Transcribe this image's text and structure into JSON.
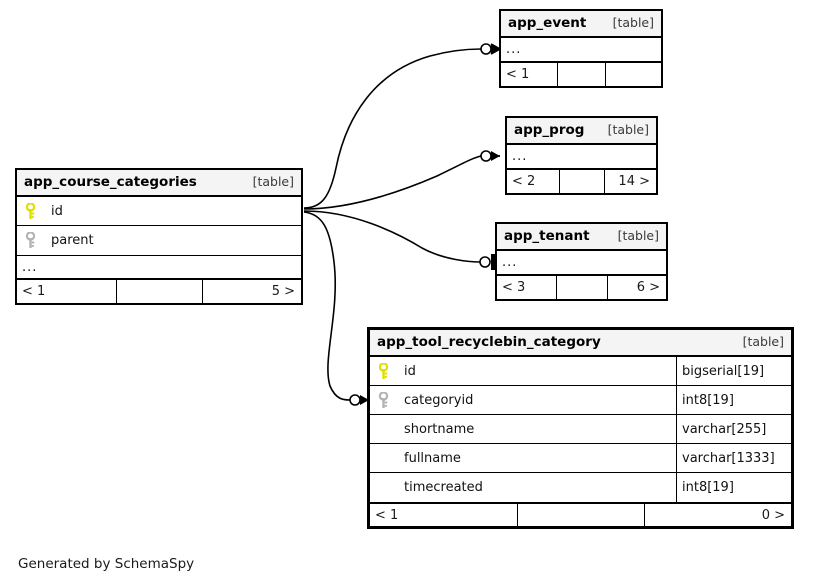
{
  "diagram": {
    "kind": "entity-relationship-diagram",
    "generator_credit": "Generated by SchemaSpy",
    "background_color": "#ffffff",
    "line_color": "#000000",
    "header_fill": "#f4f4f4",
    "primary_key_color": "#e8e800",
    "foreign_key_color": "#b0b0b0",
    "table_tag": "[table]",
    "ellipsis": "..."
  },
  "tables": {
    "app_course_categories": {
      "name": "app_course_categories",
      "tag": "[table]",
      "columns": [
        {
          "name": "id",
          "key": "primary",
          "type": ""
        },
        {
          "name": "parent",
          "key": "foreign",
          "type": ""
        }
      ],
      "more_columns": "...",
      "footer": {
        "left": "< 1",
        "middle": "",
        "right": "5 >"
      }
    },
    "app_event": {
      "name": "app_event",
      "tag": "[table]",
      "columns": [],
      "more_columns": "...",
      "footer": {
        "left": "< 1",
        "middle": "",
        "right": ""
      }
    },
    "app_prog": {
      "name": "app_prog",
      "tag": "[table]",
      "columns": [],
      "more_columns": "...",
      "footer": {
        "left": "< 2",
        "middle": "",
        "right": "14 >"
      }
    },
    "app_tenant": {
      "name": "app_tenant",
      "tag": "[table]",
      "columns": [],
      "more_columns": "...",
      "footer": {
        "left": "< 3",
        "middle": "",
        "right": "6 >"
      }
    },
    "app_tool_recyclebin_category": {
      "name": "app_tool_recyclebin_category",
      "tag": "[table]",
      "columns": [
        {
          "name": "id",
          "key": "primary",
          "type": "bigserial[19]"
        },
        {
          "name": "categoryid",
          "key": "foreign",
          "type": "int8[19]"
        },
        {
          "name": "shortname",
          "key": "none",
          "type": "varchar[255]"
        },
        {
          "name": "fullname",
          "key": "none",
          "type": "varchar[1333]"
        },
        {
          "name": "timecreated",
          "key": "none",
          "type": "int8[19]"
        }
      ],
      "more_columns": "",
      "footer": {
        "left": "< 1",
        "middle": "",
        "right": "0 >"
      }
    }
  },
  "relationships": [
    {
      "from": "app_course_categories",
      "to": "app_event",
      "end_marker": "zero-or-many"
    },
    {
      "from": "app_course_categories",
      "to": "app_prog",
      "end_marker": "zero-or-many"
    },
    {
      "from": "app_course_categories",
      "to": "app_tenant",
      "end_marker": "zero-or-one"
    },
    {
      "from": "app_course_categories",
      "to": "app_tool_recyclebin_category",
      "end_marker": "zero-or-many"
    }
  ]
}
